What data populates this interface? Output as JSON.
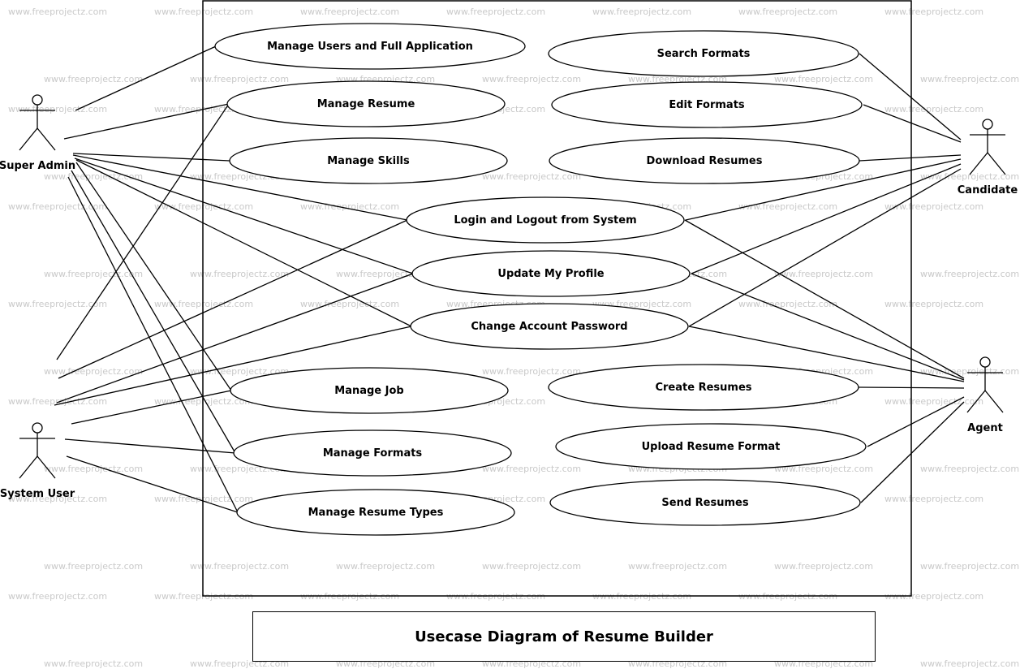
{
  "watermark": "www.freeprojectz.com",
  "diagram": {
    "title": "Usecase Diagram of Resume Builder",
    "actors": [
      {
        "id": "super-admin",
        "label": "Super Admin"
      },
      {
        "id": "system-user",
        "label": "System User"
      },
      {
        "id": "candidate",
        "label": "Candidate"
      },
      {
        "id": "agent",
        "label": "Agent"
      }
    ],
    "use_cases": [
      {
        "id": "manage-users",
        "label": "Manage Users and Full Application"
      },
      {
        "id": "manage-resume",
        "label": "Manage Resume"
      },
      {
        "id": "manage-skills",
        "label": "Manage Skills"
      },
      {
        "id": "search-formats",
        "label": "Search Formats"
      },
      {
        "id": "edit-formats",
        "label": "Edit Formats"
      },
      {
        "id": "download-resumes",
        "label": "Download Resumes"
      },
      {
        "id": "login-logout",
        "label": "Login and Logout from System"
      },
      {
        "id": "update-profile",
        "label": "Update My Profile"
      },
      {
        "id": "change-password",
        "label": "Change Account Password"
      },
      {
        "id": "manage-job",
        "label": "Manage Job"
      },
      {
        "id": "manage-formats",
        "label": "Manage Formats"
      },
      {
        "id": "manage-resume-types",
        "label": "Manage Resume Types"
      },
      {
        "id": "create-resumes",
        "label": "Create Resumes"
      },
      {
        "id": "upload-resume-format",
        "label": "Upload Resume Format"
      },
      {
        "id": "send-resumes",
        "label": "Send Resumes"
      }
    ],
    "associations": [
      [
        "super-admin",
        "manage-users"
      ],
      [
        "super-admin",
        "manage-resume"
      ],
      [
        "super-admin",
        "manage-skills"
      ],
      [
        "super-admin",
        "login-logout"
      ],
      [
        "super-admin",
        "update-profile"
      ],
      [
        "super-admin",
        "change-password"
      ],
      [
        "super-admin",
        "manage-job"
      ],
      [
        "super-admin",
        "manage-formats"
      ],
      [
        "super-admin",
        "manage-resume-types"
      ],
      [
        "system-user",
        "manage-resume"
      ],
      [
        "system-user",
        "login-logout"
      ],
      [
        "system-user",
        "update-profile"
      ],
      [
        "system-user",
        "change-password"
      ],
      [
        "system-user",
        "manage-job"
      ],
      [
        "system-user",
        "manage-formats"
      ],
      [
        "system-user",
        "manage-resume-types"
      ],
      [
        "candidate",
        "search-formats"
      ],
      [
        "candidate",
        "edit-formats"
      ],
      [
        "candidate",
        "download-resumes"
      ],
      [
        "candidate",
        "login-logout"
      ],
      [
        "candidate",
        "update-profile"
      ],
      [
        "candidate",
        "change-password"
      ],
      [
        "agent",
        "login-logout"
      ],
      [
        "agent",
        "update-profile"
      ],
      [
        "agent",
        "change-password"
      ],
      [
        "agent",
        "create-resumes"
      ],
      [
        "agent",
        "upload-resume-format"
      ],
      [
        "agent",
        "send-resumes"
      ]
    ]
  }
}
